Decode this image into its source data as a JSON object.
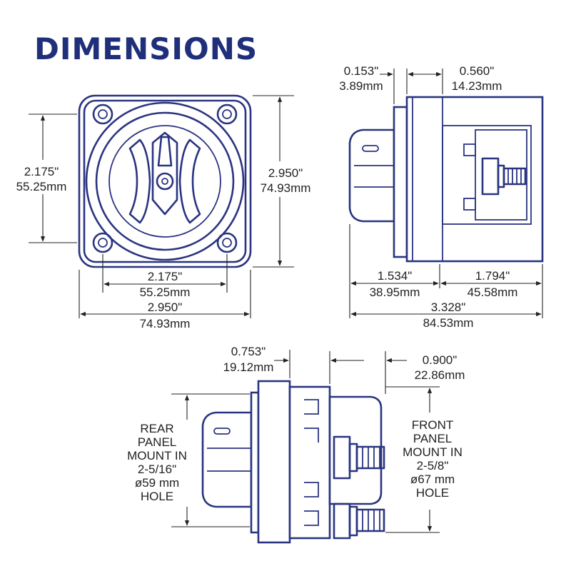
{
  "title": "DIMENSIONS",
  "colors": {
    "outline": "#2a3480",
    "title": "#1f2f7a",
    "dimension_text": "#222222"
  },
  "front_view": {
    "left_height": {
      "inch": "2.175\"",
      "mm": "55.25mm"
    },
    "right_height": {
      "inch": "2.950\"",
      "mm": "74.93mm"
    },
    "inner_width": {
      "inch": "2.175\"",
      "mm": "55.25mm"
    },
    "outer_width": {
      "inch": "2.950\"",
      "mm": "74.93mm"
    }
  },
  "side_view": {
    "flange": {
      "inch": "0.153\"",
      "mm": "3.89mm"
    },
    "body_depth": {
      "inch": "0.560\"",
      "mm": "14.23mm"
    },
    "front_part": {
      "inch": "1.534\"",
      "mm": "38.95mm"
    },
    "rear_part": {
      "inch": "1.794\"",
      "mm": "45.58mm"
    },
    "total": {
      "inch": "3.328\"",
      "mm": "84.53mm"
    }
  },
  "bottom_view": {
    "front_depth": {
      "inch": "0.753\"",
      "mm": "19.12mm"
    },
    "rear_depth": {
      "inch": "0.900\"",
      "mm": "22.86mm"
    },
    "rear_panel_note": [
      "REAR",
      "PANEL",
      "MOUNT IN",
      "2-5/16\"",
      "ø59 mm",
      "HOLE"
    ],
    "front_panel_note": [
      "FRONT",
      "PANEL",
      "MOUNT IN",
      "2-5/8\"",
      "ø67 mm",
      "HOLE"
    ]
  }
}
